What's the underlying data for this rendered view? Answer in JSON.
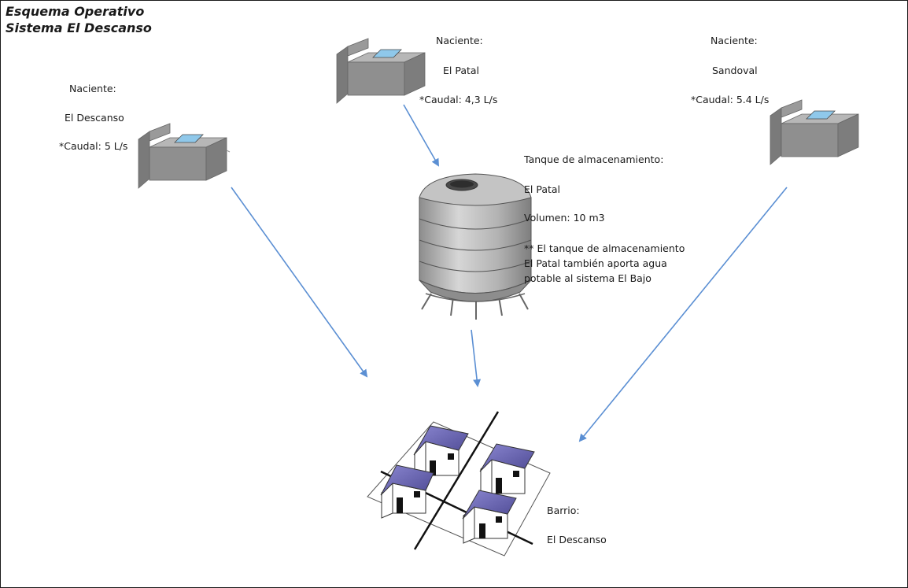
{
  "title": {
    "line1": "Esquema Operativo",
    "line2": "Sistema El Descanso"
  },
  "springs": [
    {
      "heading": "Naciente:",
      "name": "El Descanso",
      "flow": "*Caudal: 5 L/s"
    },
    {
      "heading": "Naciente:",
      "name": "El Patal",
      "flow": "*Caudal: 4,3 L/s"
    },
    {
      "heading": "Naciente:",
      "name": "Sandoval",
      "flow": "*Caudal: 5.4 L/s"
    }
  ],
  "tank": {
    "heading": "Tanque de almacenamiento:",
    "name": "El Patal",
    "volume": "Volumen: 10 m3",
    "note_line1": "** El tanque de almacenamiento",
    "note_line2": "El Patal también aporta agua",
    "note_line3": "potable al sistema El Bajo"
  },
  "neighborhood": {
    "heading": "Barrio:",
    "name": "El Descanso"
  },
  "colors": {
    "arrow": "#5b8fd3",
    "box_front": "#8f8f8f",
    "box_top": "#b7b7b7",
    "box_window": "#8fc8ea",
    "tank_body": "#a9a9a9",
    "roof": "#6a67b4"
  }
}
